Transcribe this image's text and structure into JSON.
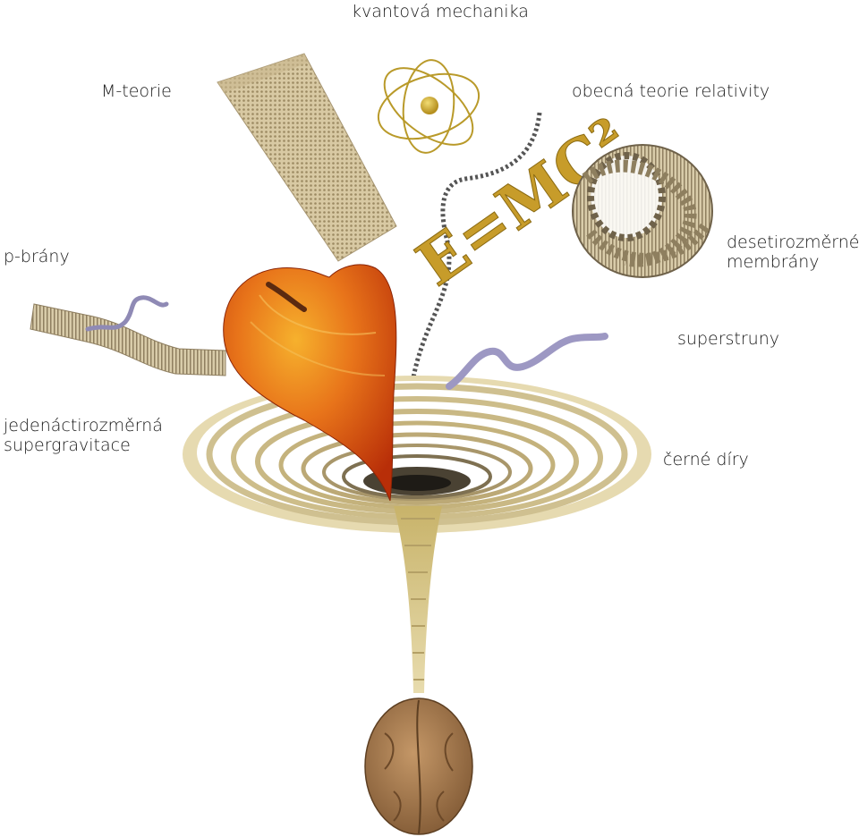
{
  "labels": {
    "quantum_mechanics": "kvantová mechanika",
    "m_theory": "M-teorie",
    "general_relativity": "obecná teorie relativity",
    "p_branes": "p-brány",
    "membranes_line1": "desetirozměrné",
    "membranes_line2": "membrány",
    "superstrings": "superstruny",
    "supergravity_line1": "jedenáctirozměrná",
    "supergravity_line2": "supergravitace",
    "black_holes": "černé díry"
  },
  "formula": {
    "text": "E=MC²"
  },
  "colors": {
    "gold": "#c9b46a",
    "sand": "#e0d39c",
    "beige_band": "#b9a783",
    "apple_red": "#d33a0c",
    "apple_orange": "#f19a1e",
    "string_lilac": "#a9a5cc",
    "walnut": "#a2774a",
    "label_text": "#1a1a1a"
  }
}
